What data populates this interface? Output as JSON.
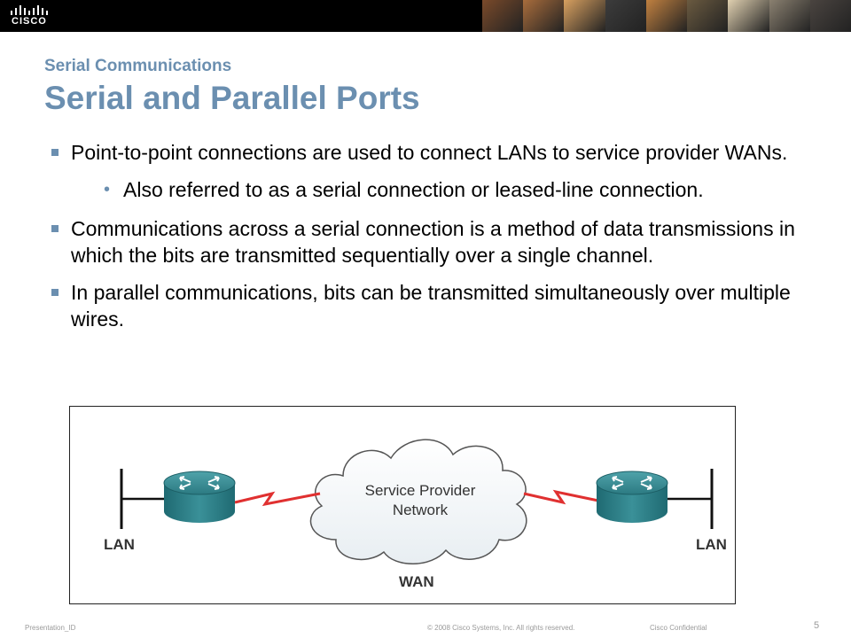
{
  "header": {
    "logo_text": "CISCO",
    "photo_colors": [
      "#7a4a2a",
      "#a86c3c",
      "#d8a060",
      "#3c3c3c",
      "#c08040",
      "#6a5a40",
      "#e0d0b0",
      "#8a8070",
      "#4a4440"
    ]
  },
  "slide": {
    "subtitle": "Serial Communications",
    "title": "Serial and Parallel Ports",
    "bullets": [
      {
        "text": "Point-to-point connections are used to connect LANs to service provider WANs.",
        "sub": "Also referred to as a serial connection or leased-line connection."
      },
      {
        "text": "Communications across a serial connection is a method of data transmissions in which the bits are transmitted sequentially over a single channel."
      },
      {
        "text": "In parallel communications, bits can be transmitted simultaneously over multiple wires."
      }
    ]
  },
  "diagram": {
    "cloud_label_line1": "Service Provider",
    "cloud_label_line2": "Network",
    "left_lan": "LAN",
    "right_lan": "LAN",
    "wan": "WAN",
    "router_color": "#2f7f86",
    "serial_link_color": "#e03030"
  },
  "footer": {
    "presentation_id": "Presentation_ID",
    "copyright": "© 2008 Cisco Systems, Inc. All rights reserved.",
    "confidential": "Cisco Confidential",
    "page": "5"
  }
}
